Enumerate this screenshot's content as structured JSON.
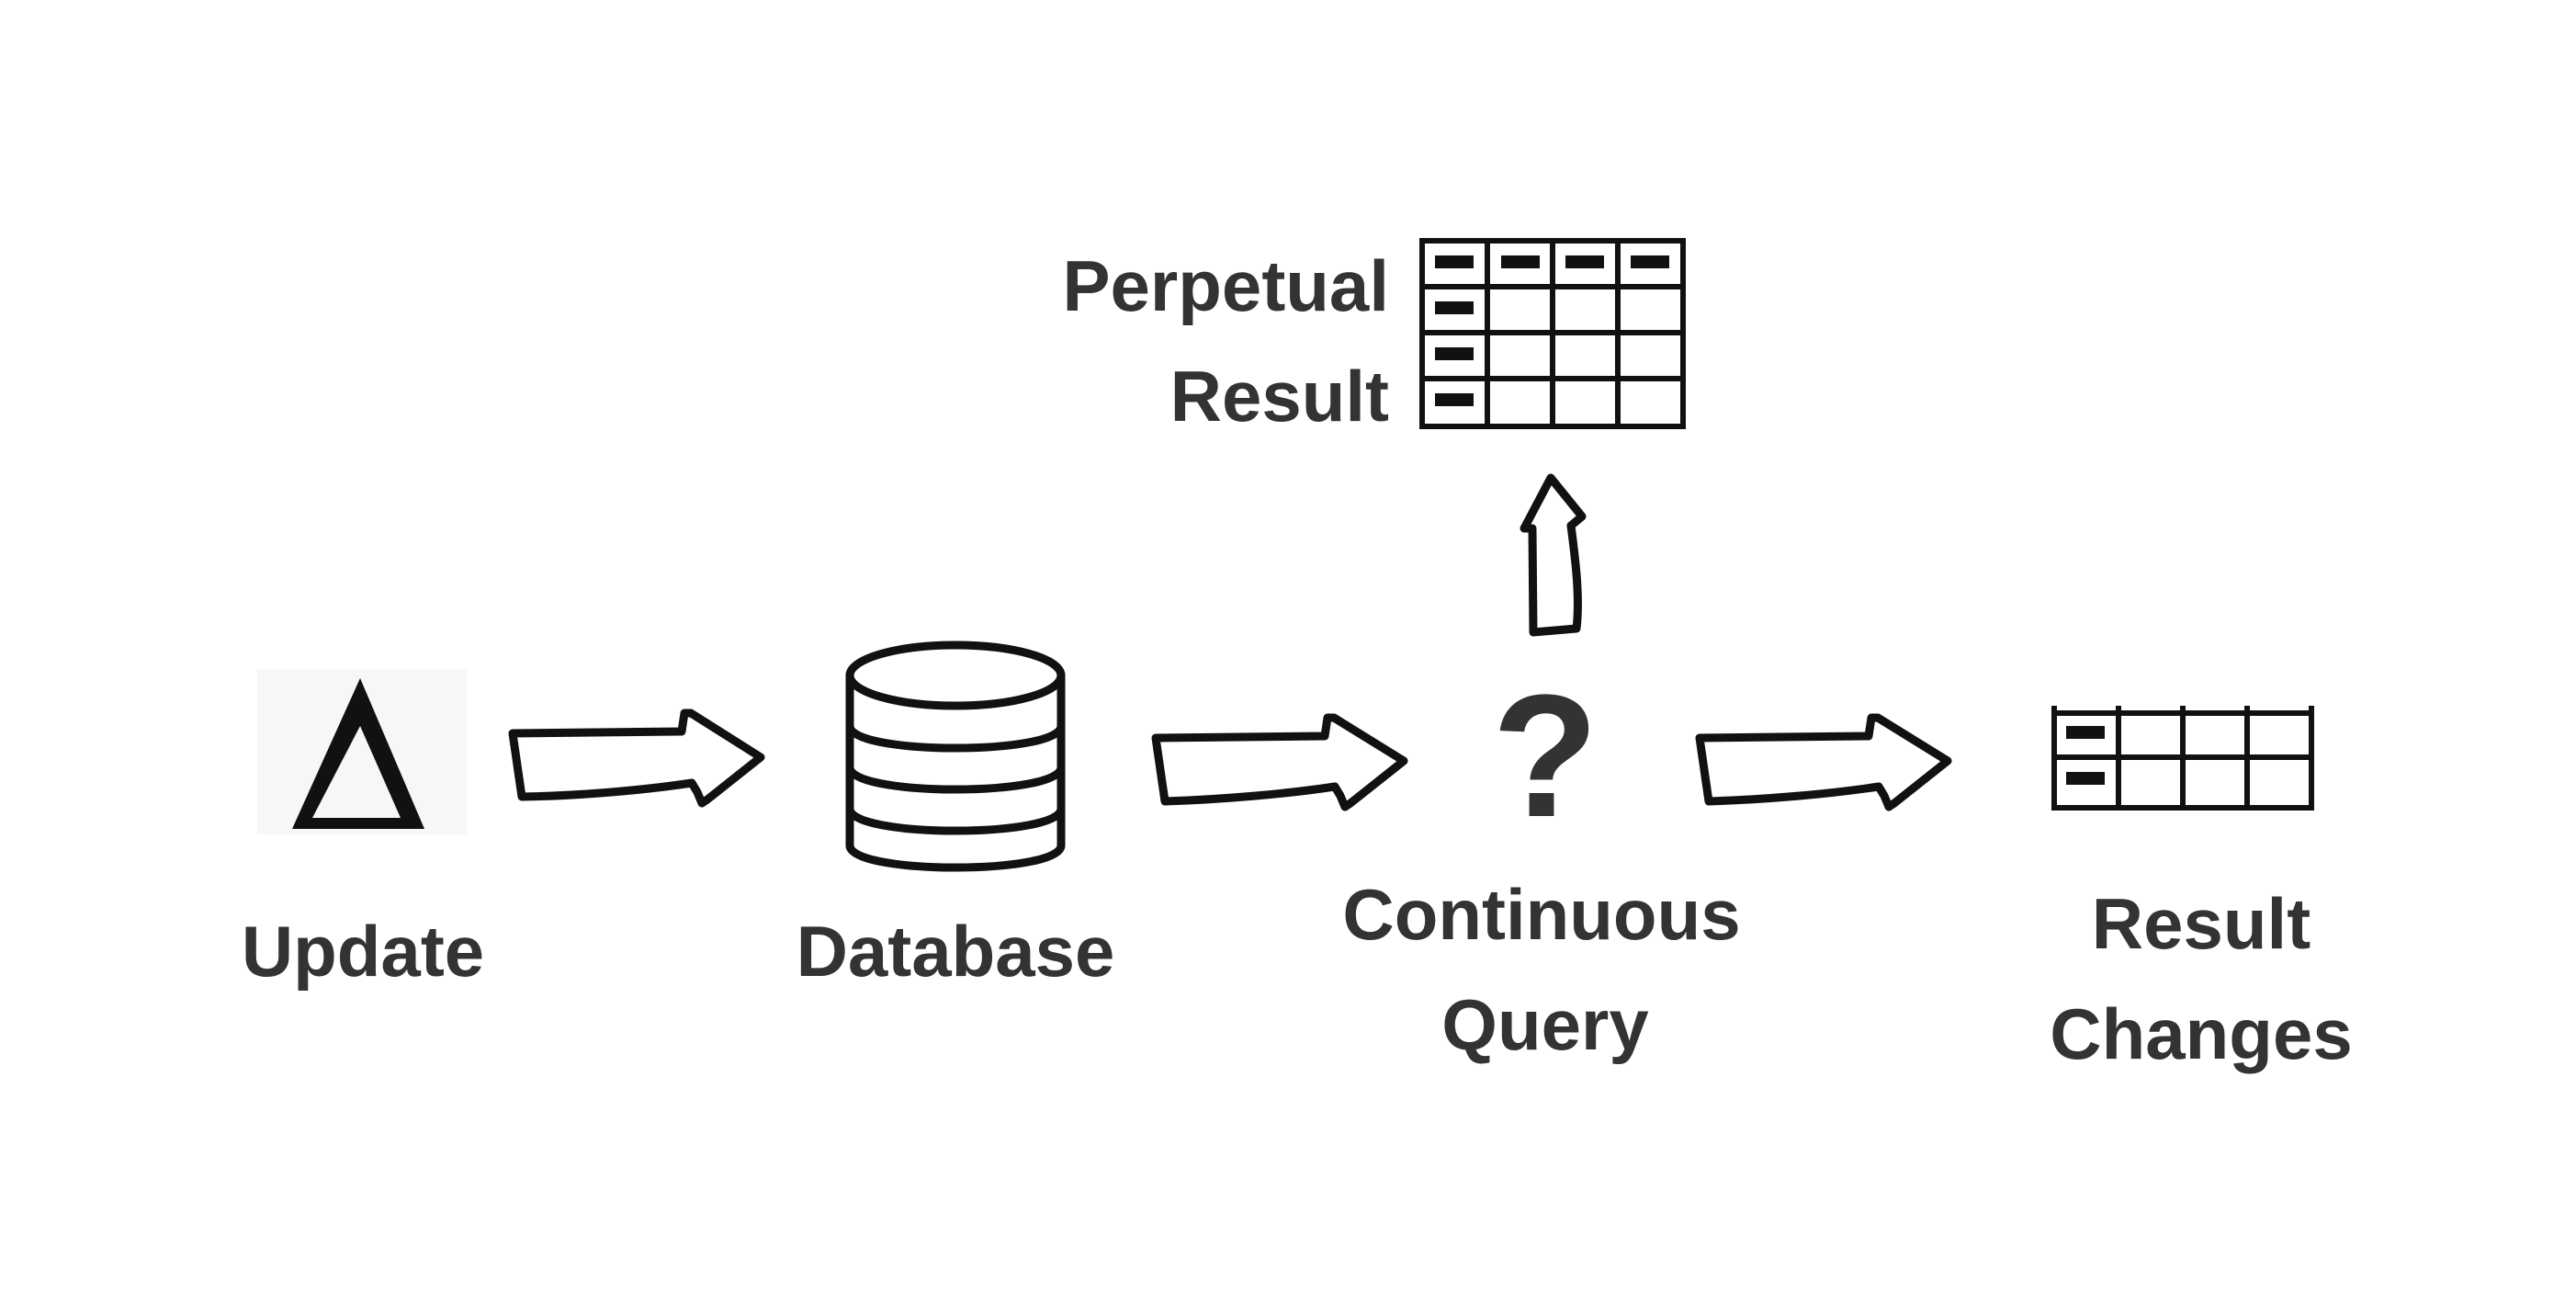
{
  "labels": {
    "update": "Update",
    "database": "Database",
    "continuous_line1": "Continuous",
    "continuous_line2": "Query",
    "result_changes_line1": "Result",
    "result_changes_line2": "Changes",
    "perpetual_line1": "Perpetual",
    "perpetual_line2": "Result"
  },
  "symbols": {
    "delta": "Δ",
    "query": "?"
  },
  "icons": {
    "update": "delta-icon",
    "database": "database-icon",
    "query": "question-mark-icon",
    "result_changes": "table-icon",
    "perpetual_result": "table-icon"
  },
  "colors": {
    "ink": "#111111",
    "label": "#333333",
    "background": "#ffffff"
  }
}
